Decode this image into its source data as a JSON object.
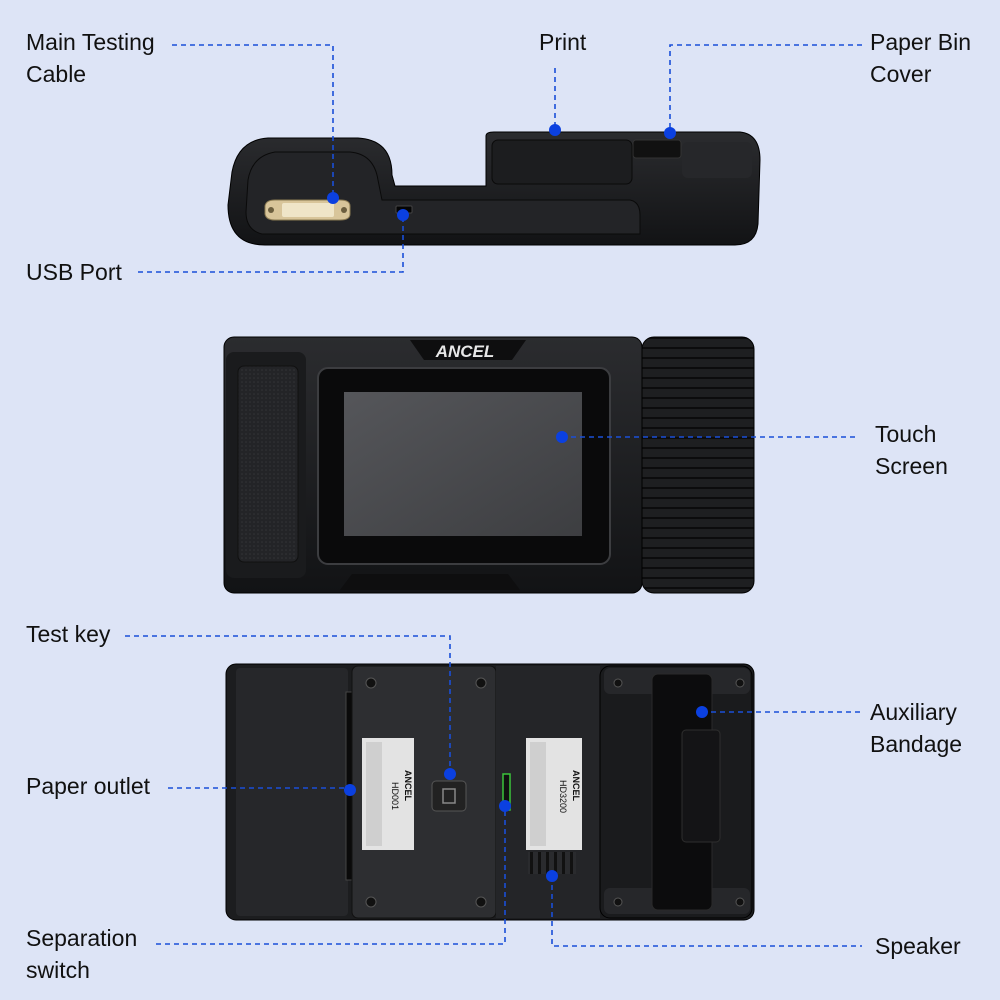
{
  "brand": "ANCEL",
  "callouts": {
    "main_cable": {
      "line1": "Main Testing",
      "line2": "Cable"
    },
    "print": {
      "line1": "Print"
    },
    "paper_bin": {
      "line1": "Paper Bin",
      "line2": "Cover"
    },
    "usb": {
      "line1": "USB Port"
    },
    "touch": {
      "line1": "Touch",
      "line2": "Screen"
    },
    "test_key": {
      "line1": "Test key"
    },
    "aux": {
      "line1": "Auxiliary",
      "line2": "Bandage"
    },
    "outlet": {
      "line1": "Paper outlet"
    },
    "separation": {
      "line1": "Separation",
      "line2": "switch"
    },
    "speaker": {
      "line1": "Speaker"
    }
  },
  "stickers": {
    "left": {
      "brand": "ANCEL",
      "model": "HD001"
    },
    "right": {
      "brand": "ANCEL",
      "model": "HD3200"
    }
  },
  "colors": {
    "background": "#dde4f6",
    "leader_line": "#1a4fd8",
    "marker": "#0b40e0",
    "device_body": "#1b1c1e",
    "screen": "#48494c"
  }
}
